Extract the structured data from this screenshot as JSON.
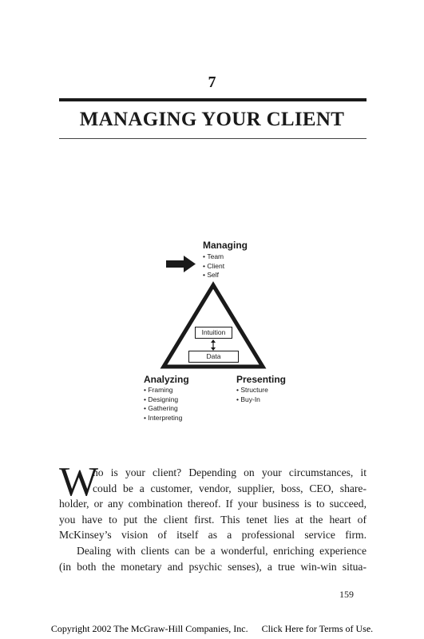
{
  "chapter": {
    "number": "7",
    "title": "MANAGING YOUR CLIENT"
  },
  "diagram": {
    "managing": {
      "heading": "Managing",
      "items": [
        "Team",
        "Client",
        "Self"
      ]
    },
    "analyzing": {
      "heading": "Analyzing",
      "items": [
        "Framing",
        "Designing",
        "Gathering",
        "Interpreting"
      ]
    },
    "presenting": {
      "heading": "Presenting",
      "items": [
        "Structure",
        "Buy-In"
      ]
    },
    "intuition_label": "Intuition",
    "data_label": "Data"
  },
  "body": {
    "dropcap": "W",
    "para1_lines": [
      "ho is your client? Depending on your circumstances, it",
      "could be a customer, vendor, supplier, boss, CEO, share-",
      "holder, or any combination thereof. If your business is to succeed,",
      "you have to put the client first. This tenet lies at the heart of",
      "McKinsey’s vision of itself as a professional service firm."
    ],
    "para2_lines": [
      "Dealing with clients can be a wonderful, enriching experience",
      "(in both the monetary and psychic senses), a true win-win situa-"
    ]
  },
  "page_number": "159",
  "footer": {
    "copyright": "Copyright 2002 The McGraw-Hill Companies, Inc.",
    "terms_link": "Click Here for Terms of Use."
  }
}
